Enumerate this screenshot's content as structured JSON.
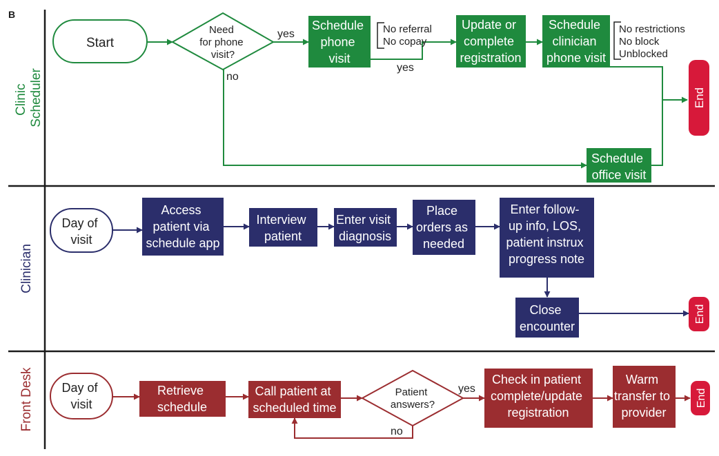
{
  "panel_label": "B",
  "colors": {
    "scheduler": "#1f8a3e",
    "clinician": "#2b2e6b",
    "frontdesk": "#9b2d30",
    "end": "#d7193a",
    "divider": "#1a1a1a"
  },
  "lanes": {
    "scheduler": [
      "Clinic",
      "Scheduler"
    ],
    "clinician": [
      "Clinician"
    ],
    "frontdesk": [
      "Front Desk"
    ]
  },
  "scheduler": {
    "start": "Start",
    "decision": [
      "Need",
      "for phone",
      "visit?"
    ],
    "yes_label": "yes",
    "no_label": "no",
    "schedule_phone": [
      "Schedule",
      "phone",
      "visit"
    ],
    "conditions_1": [
      "No referral",
      "No copay"
    ],
    "yes_label_2": "yes",
    "update_registration": [
      "Update or",
      "complete",
      "registration"
    ],
    "schedule_clinician": [
      "Schedule",
      "clinician",
      "phone visit"
    ],
    "conditions_2": [
      "No restrictions",
      "No block",
      "Unblocked"
    ],
    "schedule_office": [
      "Schedule",
      "office visit"
    ],
    "end": "End"
  },
  "clinician": {
    "day_of_visit": [
      "Day of",
      "visit"
    ],
    "access_patient": [
      "Access",
      "patient via",
      "schedule app"
    ],
    "interview": [
      "Interview",
      "patient"
    ],
    "enter_diagnosis": [
      "Enter visit",
      "diagnosis"
    ],
    "place_orders": [
      "Place",
      "orders as",
      "needed"
    ],
    "follow_up": [
      "Enter follow-",
      "up info, LOS,",
      "patient instrux",
      "progress note"
    ],
    "close_encounter": [
      "Close",
      "encounter"
    ],
    "end": "End"
  },
  "frontdesk": {
    "day_of_visit": [
      "Day of",
      "visit"
    ],
    "retrieve": [
      "Retrieve",
      "schedule"
    ],
    "call_patient": [
      "Call patient at",
      "scheduled time"
    ],
    "decision": [
      "Patient",
      "answers?"
    ],
    "yes_label": "yes",
    "no_label": "no",
    "check_in": [
      "Check in patient",
      "complete/update",
      "registration"
    ],
    "warm_transfer": [
      "Warm",
      "transfer to",
      "provider"
    ],
    "end": "End"
  }
}
